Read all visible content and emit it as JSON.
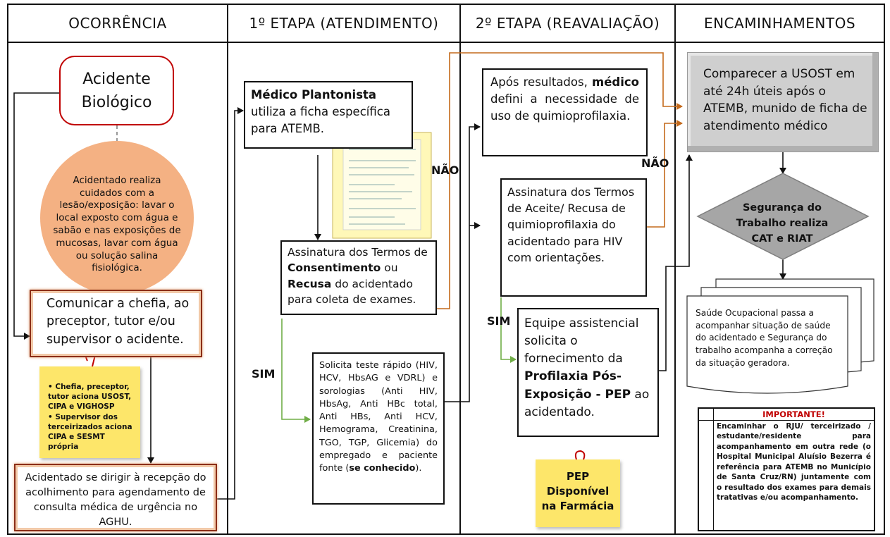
{
  "headers": [
    "OCORRÊNCIA",
    "1º ETAPA (ATENDIMENTO)",
    "2º ETAPA (REAVALIAÇÃO)",
    "ENCAMINHAMENTOS"
  ],
  "ocorrencia": {
    "acidente": "Acidente Biológico",
    "cuidados": "Acidentado realiza cuidados com a lesão/exposição: lavar o local exposto com água e sabão e nas exposições de mucosas, lavar com água ou solução salina fisiológica.",
    "comunicar": "Comunicar a chefia, ao preceptor, tutor e/ou supervisor o acidente.",
    "note_items": [
      "Chefia, preceptor, tutor aciona USOST, CIPA e VIGHOSP",
      "Supervisor dos terceirizados aciona CIPA e SESMT própria"
    ],
    "recepcao": "Acidentado se dirigir à recepção do acolhimento para agendamento de consulta médica de urgência no AGHU."
  },
  "etapa1": {
    "medico_bold": "Médico Plantonista",
    "medico_rest": " utiliza a ficha específica para ATEMB.",
    "assinatura_1": "Assinatura dos Termos de ",
    "assinatura_b1": "Consentimento",
    "assinatura_2": " ou ",
    "assinatura_b2": "Recusa",
    "assinatura_3": " do acidentado para coleta de exames.",
    "solicita_1": "Solicita teste rápido (HIV, HCV, HbsAG e VDRL) e sorologias (Anti HIV, HbsAg, Anti HBc total, Anti HBs, Anti HCV, Hemograma, Creatinina, TGO, TGP, Glicemia) do empregado e paciente fonte (",
    "solicita_b": "se conhecido",
    "solicita_2": ").",
    "sim": "SIM",
    "nao": "NÃO"
  },
  "etapa2": {
    "apos_1": "Após resultados, ",
    "apos_b": "médico",
    "apos_2": " defini a necessidade de uso de quimioprofilaxia.",
    "termos": "Assinatura dos Termos de Aceite/ Recusa de quimioprofilaxia do acidentado para HIV com orientações.",
    "equipe_1": "Equipe assistencial solicita o fornecimento da ",
    "equipe_b": "Profilaxia Pós-Exposição - PEP",
    "equipe_2": " ao acidentado.",
    "pep_note": "PEP Disponível na Farmácia",
    "sim": "SIM",
    "nao": "NÃO"
  },
  "encaminhamentos": {
    "comparecer": "Comparecer a USOST em até 24h úteis após o ATEMB, munido de ficha de atendimento médico",
    "seguranca": "Segurança do Trabalho realiza CAT e RIAT",
    "saude": "Saúde Ocupacional passa a acompanhar situação de saúde do acidentado e Segurança do trabalho acompanha a correção da situação geradora.",
    "importante_title": "IMPORTANTE!",
    "importante_body": "Encaminhar o RJU/ terceirizado / estudante/residente para acompanhamento em outra rede (o Hospital Municipal Aluísio Bezerra é referência para ATEMB no Município de Santa Cruz/RN) juntamente com o resultado dos exames para demais tratativas e/ou acompanhamento."
  },
  "colors": {
    "brown_arrow": "#c46a1c",
    "green_arrow": "#70ad47",
    "red_border": "#c00000",
    "circle_fill": "#f4b183",
    "note_fill": "#fde66a",
    "gray_box": "#cfcfcf"
  }
}
